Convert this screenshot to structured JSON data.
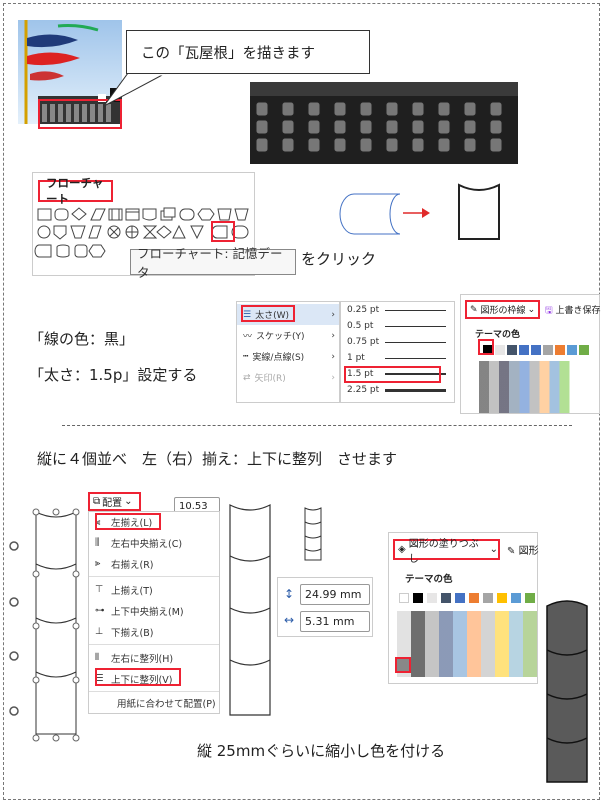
{
  "callout": {
    "text": "この「瓦屋根」を描きます"
  },
  "flowchart": {
    "title": "フローチャート",
    "tooltip": "フローチャート: 記憶データ",
    "click_text": "をクリック"
  },
  "line": {
    "color_text": "「線の色：黒」",
    "weight_text": "「太さ：1.5p」設定する",
    "menu": {
      "weight": "太さ(W)",
      "sketch": "スケッチ(Y)",
      "dash": "実線/点線(S)",
      "arrow": "矢印(R)"
    },
    "weights": [
      "0.25 pt",
      "0.5 pt",
      "0.75 pt",
      "1 pt",
      "1.5 pt",
      "2.25 pt"
    ],
    "outline_button": "図形の枠線",
    "save_button": "上書き保存",
    "theme_label": "テーマの色"
  },
  "arrange": {
    "instruction": "縦に４個並べ　左（右）揃え：上下に整列　させます",
    "button": "配置",
    "width_value": "10.53",
    "items": [
      "左揃え(L)",
      "左右中央揃え(C)",
      "右揃え(R)",
      "上揃え(T)",
      "上下中央揃え(M)",
      "下揃え(B)",
      "左右に整列(H)",
      "上下に整列(V)",
      "用紙に合わせて配置(P)"
    ]
  },
  "size": {
    "height": "24.99 mm",
    "width": "5.31 mm"
  },
  "fill": {
    "button": "図形の塗りつぶし",
    "next_button": "図形",
    "theme_label": "テーマの色"
  },
  "bottom_text": "縦 25mmぐらいに縮小し色を付ける",
  "colors": {
    "accent_red": "#e02a2a",
    "theme_row": [
      "#ffffff",
      "#000000",
      "#e7e6e6",
      "#44546a",
      "#4472c4",
      "#ed7d31",
      "#a5a5a5",
      "#ffc000",
      "#5b9bd5",
      "#70ad47"
    ]
  }
}
